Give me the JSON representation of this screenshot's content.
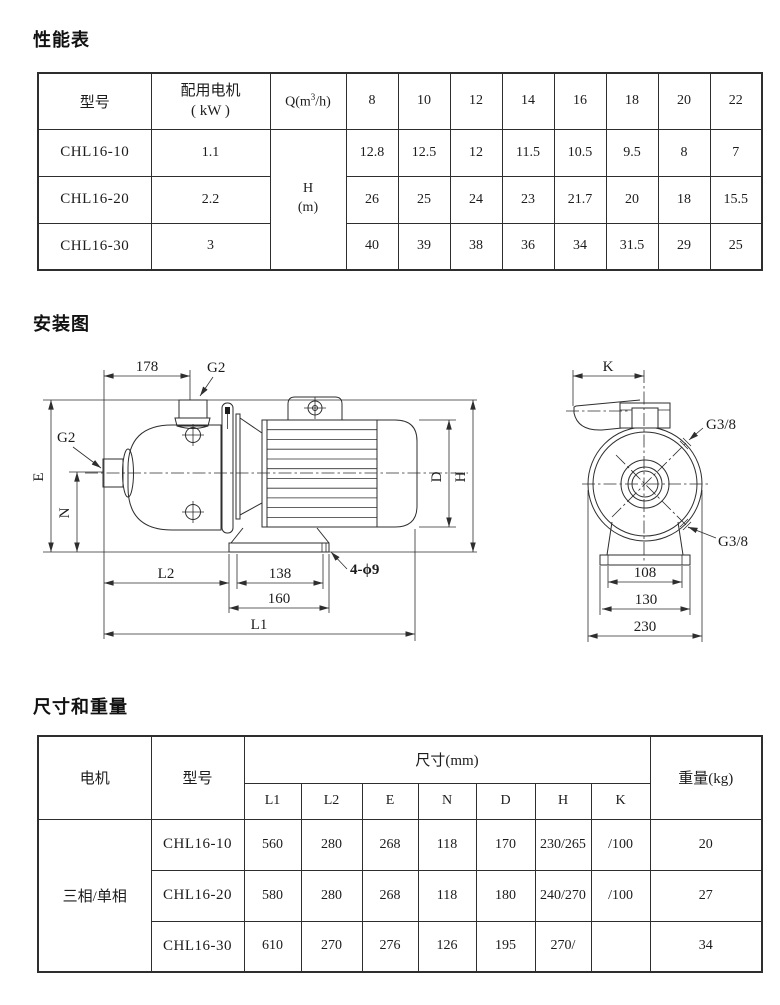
{
  "titles": {
    "performance": "性能表",
    "installation": "安装图",
    "dimensions": "尺寸和重量"
  },
  "performance_table": {
    "col_model": "型号",
    "col_motor_line1": "配用电机",
    "col_motor_line2": "( kW )",
    "col_flow_prefix": "Q(m",
    "col_flow_sup": "3",
    "col_flow_suffix": "/h)",
    "flow_values": [
      "8",
      "10",
      "12",
      "14",
      "16",
      "18",
      "20",
      "22"
    ],
    "head_label_line1": "H",
    "head_label_line2": "(m)",
    "rows": [
      {
        "model": "CHL16-10",
        "power": "1.1",
        "heads": [
          "12.8",
          "12.5",
          "12",
          "11.5",
          "10.5",
          "9.5",
          "8",
          "7"
        ]
      },
      {
        "model": "CHL16-20",
        "power": "2.2",
        "heads": [
          "26",
          "25",
          "24",
          "23",
          "21.7",
          "20",
          "18",
          "15.5"
        ]
      },
      {
        "model": "CHL16-30",
        "power": "3",
        "heads": [
          "40",
          "39",
          "38",
          "36",
          "34",
          "31.5",
          "29",
          "25"
        ]
      }
    ]
  },
  "dimensions_table": {
    "col_motor": "电机",
    "col_model": "型号",
    "col_dims": "尺寸(mm)",
    "dim_headers": [
      "L1",
      "L2",
      "E",
      "N",
      "D",
      "H",
      "K"
    ],
    "col_weight": "重量(kg)",
    "motor_group": "三相/单相",
    "rows": [
      {
        "model": "CHL16-10",
        "dims": [
          "560",
          "280",
          "268",
          "118",
          "170",
          "230/265",
          "/100"
        ],
        "weight": "20"
      },
      {
        "model": "CHL16-20",
        "dims": [
          "580",
          "280",
          "268",
          "118",
          "180",
          "240/270",
          "/100"
        ],
        "weight": "27"
      },
      {
        "model": "CHL16-30",
        "dims": [
          "610",
          "270",
          "276",
          "126",
          "195",
          "270/",
          ""
        ],
        "weight": "34"
      }
    ]
  },
  "diagram": {
    "side": {
      "dim_178": "178",
      "top_port": "G2",
      "left_port": "G2",
      "dim_e": "E",
      "dim_n": "N",
      "dim_l2": "L2",
      "dim_138": "138",
      "dim_160": "160",
      "dim_l1": "L1",
      "bolt_note": "4-ϕ9",
      "dim_d": "D",
      "dim_h": "H"
    },
    "front": {
      "dim_k": "K",
      "top_port": "G3/8",
      "bottom_port": "G3/8",
      "dim_108": "108",
      "dim_130": "130",
      "dim_230": "230"
    }
  }
}
